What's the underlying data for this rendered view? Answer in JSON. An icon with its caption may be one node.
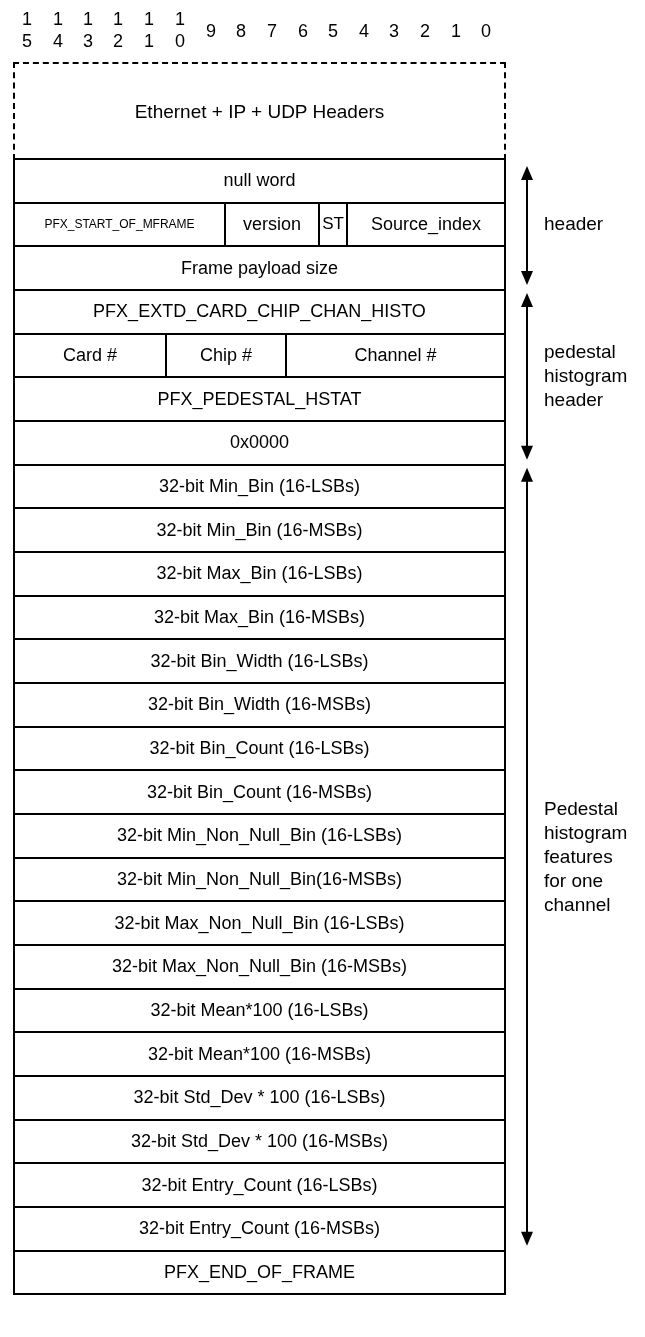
{
  "diagram": {
    "nodes": [
      {
        "text": [
          "Ethernet + IP + UDP Headers"
        ]
      },
      {
        "text": [
          "null word"
        ]
      },
      {
        "text": [
          "PFX_START_OF_MFRAME"
        ]
      },
      {
        "text": [
          "version"
        ]
      },
      {
        "text": [
          "ST"
        ]
      },
      {
        "text": [
          "Source_index"
        ]
      },
      {
        "text": [
          "Frame payload size"
        ]
      },
      {
        "text": [
          "PFX_EXTD_CARD_CHIP_CHAN_HISTO"
        ]
      },
      {
        "text": [
          "Card #"
        ]
      },
      {
        "text": [
          "Chip #"
        ]
      },
      {
        "text": [
          "Channel #"
        ]
      },
      {
        "text": [
          "PFX_PEDESTAL_HSTAT"
        ]
      },
      {
        "text": [
          "0x0000"
        ]
      },
      {
        "text": [
          "32-bit Min_Bin (16-LSBs)"
        ]
      },
      {
        "text": [
          "32-bit Min_Bin (16-MSBs)"
        ]
      },
      {
        "text": [
          "32-bit Max_Bin (16-LSBs)"
        ]
      },
      {
        "text": [
          "32-bit Max_Bin (16-MSBs)"
        ]
      },
      {
        "text": [
          "32-bit Bin_Width (16-LSBs)"
        ]
      },
      {
        "text": [
          "32-bit Bin_Width (16-MSBs)"
        ]
      },
      {
        "text": [
          "32-bit Bin_Count (16-LSBs)"
        ]
      },
      {
        "text": [
          "32-bit Bin_Count (16-MSBs)"
        ]
      },
      {
        "text": [
          "32-bit Min_Non_Null_Bin (16-LSBs)"
        ]
      },
      {
        "text": [
          "32-bit Min_Non_Null_Bin(16-MSBs)"
        ]
      },
      {
        "text": [
          "32-bit Max_Non_Null_Bin (16-LSBs)"
        ]
      },
      {
        "text": [
          "32-bit Max_Non_Null_Bin (16-MSBs)"
        ]
      },
      {
        "text": [
          "32-bit Mean*100 (16-LSBs)"
        ]
      },
      {
        "text": [
          "32-bit Mean*100 (16-MSBs)"
        ]
      },
      {
        "text": [
          "32-bit Std_Dev * 100 (16-LSBs)"
        ]
      },
      {
        "text": [
          "32-bit Std_Dev * 100 (16-MSBs)"
        ]
      },
      {
        "text": [
          "32-bit Entry_Count (16-LSBs)"
        ]
      },
      {
        "text": [
          "32-bit Entry_Count  (16-MSBs)"
        ]
      },
      {
        "text": [
          "PFX_END_OF_FRAME"
        ]
      }
    ],
    "edges": [],
    "labels": [
      "15",
      "14",
      "13",
      "12",
      "11",
      "10",
      "9",
      "8",
      "7",
      "6",
      "5",
      "4",
      "3",
      "2",
      "1",
      "0",
      "header",
      "pedestal histogram header",
      "Pedestal histogram features for one channel"
    ]
  }
}
